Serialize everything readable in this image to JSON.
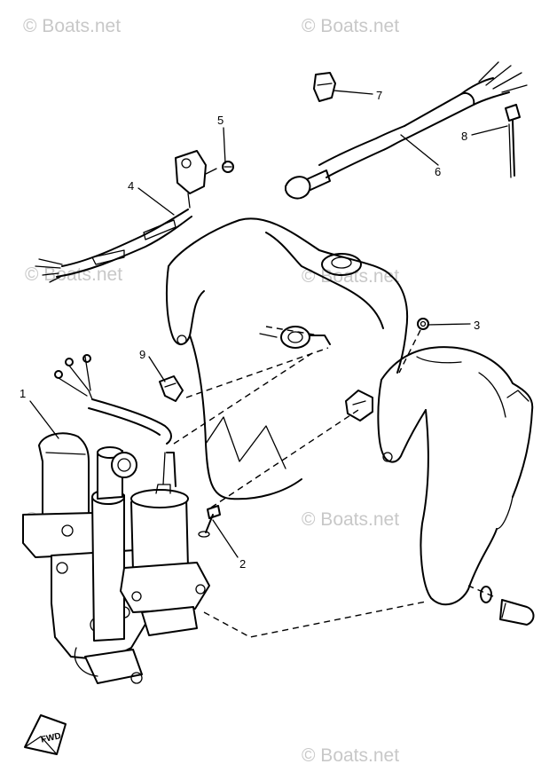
{
  "watermark_text": "© Boats.net",
  "fwd_label": "FWD",
  "callouts": {
    "c1": "1",
    "c2": "2",
    "c3": "3",
    "c4": "4",
    "c5": "5",
    "c6": "6",
    "c7": "7",
    "c8": "8",
    "c9": "9"
  }
}
